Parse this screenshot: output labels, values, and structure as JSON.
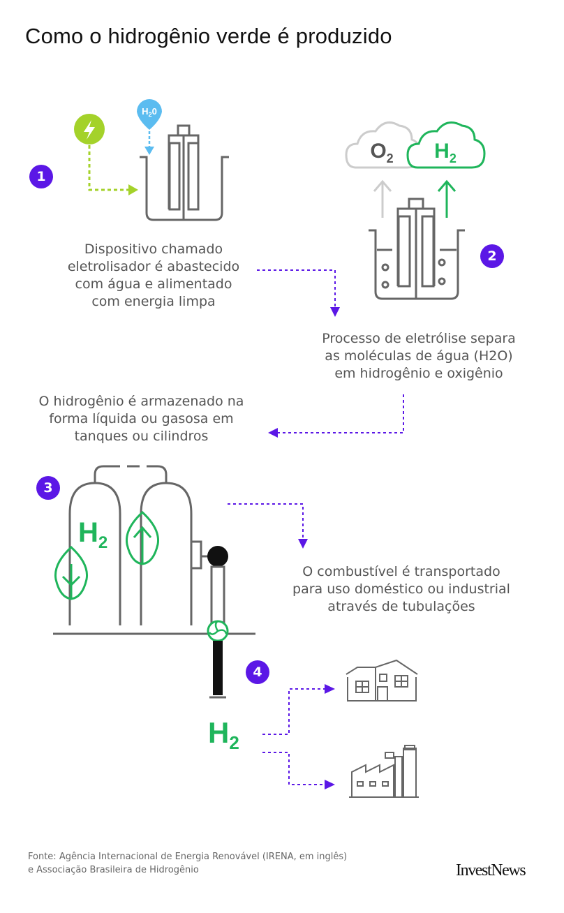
{
  "title": "Como o hidrogênio verde é produzido",
  "steps": [
    {
      "number": "1",
      "lines": [
        "Dispositivo chamado",
        "eletrolisador é abastecido",
        "com água e alimentado",
        "com energia limpa"
      ]
    },
    {
      "number": "2",
      "lines": [
        "Processo de eletrólise separa",
        "as moléculas de água (H2O)",
        "em hidrogênio e oxigênio"
      ]
    },
    {
      "number": "3",
      "lines": [
        "O hidrogênio é armazenado na",
        "forma líquida ou gasosa em",
        "tanques ou cilindros"
      ]
    },
    {
      "number": "4",
      "lines": [
        "O combustível é transportado",
        "para uso doméstico ou industrial",
        "através de tubulações"
      ]
    }
  ],
  "labels": {
    "water": "H",
    "water_sub": "2",
    "water_tail": "0",
    "oxygen": "O",
    "oxygen_sub": "2",
    "hydrogen": "H",
    "hydrogen_sub": "2"
  },
  "footer": {
    "lines": [
      "Fonte: Agência Internacional de Energia Renovável (IRENA, em inglês)",
      "e Associação Brasileira de Hidrogênio"
    ],
    "brand": "InvestNews"
  },
  "colors": {
    "accent_purple": "#5b17e6",
    "green": "#1fb55b",
    "lime": "#a4d22a",
    "sky": "#5bbcf0",
    "gray_line": "#666666",
    "light_gray": "#cccccc"
  }
}
